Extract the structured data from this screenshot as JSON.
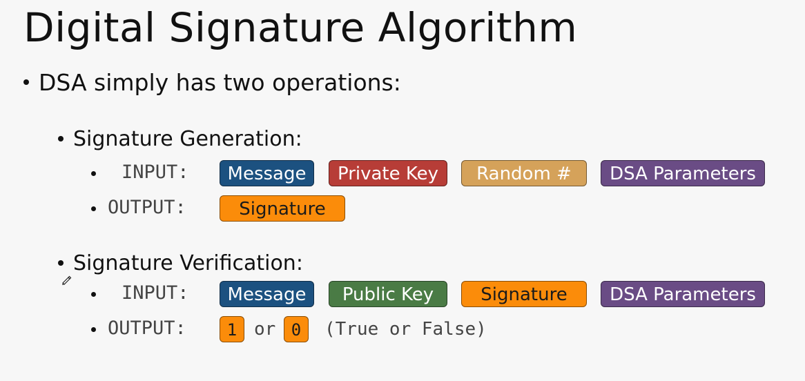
{
  "title": "Digital Signature Algorithm",
  "intro": "DSA simply has two operations:",
  "colors": {
    "message": "#1c5180",
    "private_key": "#b73d37",
    "random": "#d5a25a",
    "dsa_params": "#6a4c85",
    "signature": "#fb8c0a",
    "public_key": "#4a7b45"
  },
  "generation": {
    "heading": "Signature Generation:",
    "input_label": "INPUT:",
    "output_label": "OUTPUT:",
    "inputs": [
      "Message",
      "Private Key",
      "Random #",
      "DSA Parameters"
    ],
    "output": "Signature"
  },
  "verification": {
    "heading": "Signature Verification:",
    "input_label": "INPUT:",
    "output_label": "OUTPUT:",
    "inputs": [
      "Message",
      "Public Key",
      "Signature",
      "DSA Parameters"
    ],
    "output_true": "1",
    "output_or": "or",
    "output_false": "0",
    "output_note": "(True or False)"
  },
  "icons": {
    "cursor": "pencil-icon"
  }
}
